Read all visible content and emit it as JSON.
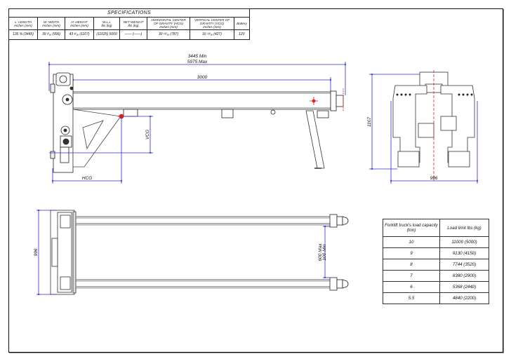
{
  "specifications": {
    "title": "SPECIFICATIONS",
    "headers": [
      [
        "L: LENGTH",
        "Inches (mm)"
      ],
      [
        "W: WIDTH",
        "Inches (mm)"
      ],
      [
        "H: HEIGHT",
        "Inches (mm)"
      ],
      [
        "W.L.L",
        "lbs (kg)"
      ],
      [
        "NET WEIGHT",
        "lbs (kg)"
      ],
      [
        "HORIZONTAL CENTER",
        "OF GRAVITY (HCG)",
        "Inches (mm)"
      ],
      [
        "VERTICAL CENTER OF",
        "GRAVITY (VCG)",
        "Inches (mm)"
      ],
      [
        "Battery"
      ]
    ],
    "values": [
      "135 ⅝ (3445)",
      "39 ³⁄₁₆ (996)",
      "43 ⁹⁄₁₆ (1107)",
      "(11025) 5000",
      "—— (——)",
      "30 ¹⁵⁄₁₆ (787)",
      "16 ¹³⁄₁₆ (427)",
      "12V"
    ]
  },
  "side_view": {
    "overall_min": "3445 Min",
    "overall_max": "5975 Max",
    "fork_length": "3000",
    "hcg_label": "HCG",
    "vcg_label": "VCG"
  },
  "end_view": {
    "height": "1107",
    "width": "996"
  },
  "top_view": {
    "width": "996",
    "spacing_max": "600 Max",
    "spacing_min": "100 Min"
  },
  "load_table": {
    "headers": [
      "Forklift truck's load capacity (ton)",
      "Load limit lbs (kg)"
    ],
    "rows": [
      [
        "10",
        "11000 (5000)"
      ],
      [
        "9",
        "9130 (4150)"
      ],
      [
        "8",
        "7744 (3520)"
      ],
      [
        "7",
        "6380 (2900)"
      ],
      [
        "6",
        "5368 (2440)"
      ],
      [
        "5.5",
        "4840 (2200)"
      ]
    ]
  },
  "colors": {
    "dimension": "#2b2bd9",
    "center_mark": "#e02020",
    "line": "#222222",
    "rod": "#9a9a9a"
  }
}
